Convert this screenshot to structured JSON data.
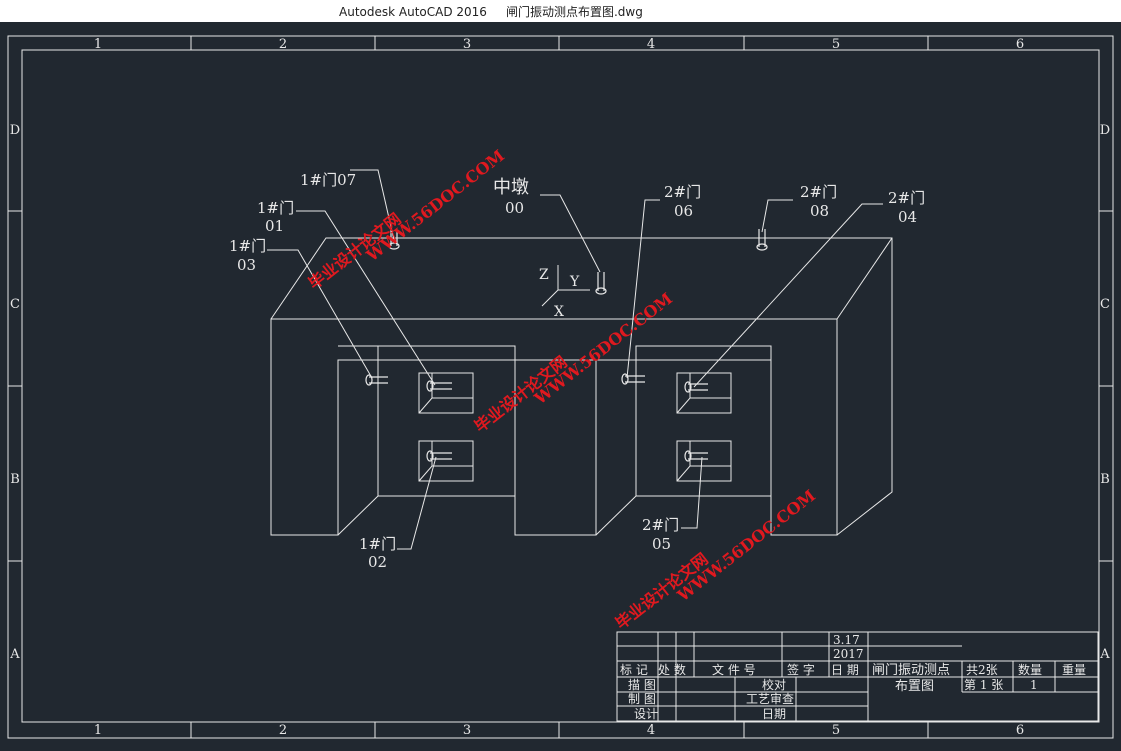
{
  "window": {
    "title": "Autodesk AutoCAD 2016     闸门振动测点布置图.dwg"
  },
  "colors": {
    "background": "#212830",
    "lines": "#e8e8e8",
    "watermark": "#e0191f"
  },
  "frame": {
    "columns": [
      "1",
      "2",
      "3",
      "4",
      "5",
      "6"
    ],
    "rows": [
      "D",
      "C",
      "B",
      "A"
    ]
  },
  "labels": {
    "g1_07": "1#门07",
    "g1_01_a": "1#门",
    "g1_01_b": "01",
    "g1_03_a": "1#门",
    "g1_03_b": "03",
    "pier_a": "中墩",
    "pier_b": "00",
    "g2_06_a": "2#门",
    "g2_06_b": "06",
    "g2_08_a": "2#门",
    "g2_08_b": "08",
    "g2_04_a": "2#门",
    "g2_04_b": "04",
    "g1_02_a": "1#门",
    "g1_02_b": "02",
    "g2_05_a": "2#门",
    "g2_05_b": "05",
    "axis_z": "Z",
    "axis_y": "Y",
    "axis_x": "X"
  },
  "watermark": {
    "site": "WWW.56DOC.COM",
    "name": "毕业设计论文网"
  },
  "title_block": {
    "scale": "3.17",
    "year": "2017",
    "h_mark": "标 记",
    "h_place": "处 数",
    "h_file": "文 件 号",
    "h_sign": "签 字",
    "h_date": "日 期",
    "drawing_name": "闸门振动测点",
    "drawing_name2": "布置图",
    "total": "共2张",
    "sheet": "第 1 张",
    "qty_label": "数量",
    "qty": "1",
    "weight_label": "重量",
    "trace": "描    图",
    "draw": "制    图",
    "design": "设计",
    "check": "校对",
    "process": "工艺审查",
    "date": "日期"
  }
}
